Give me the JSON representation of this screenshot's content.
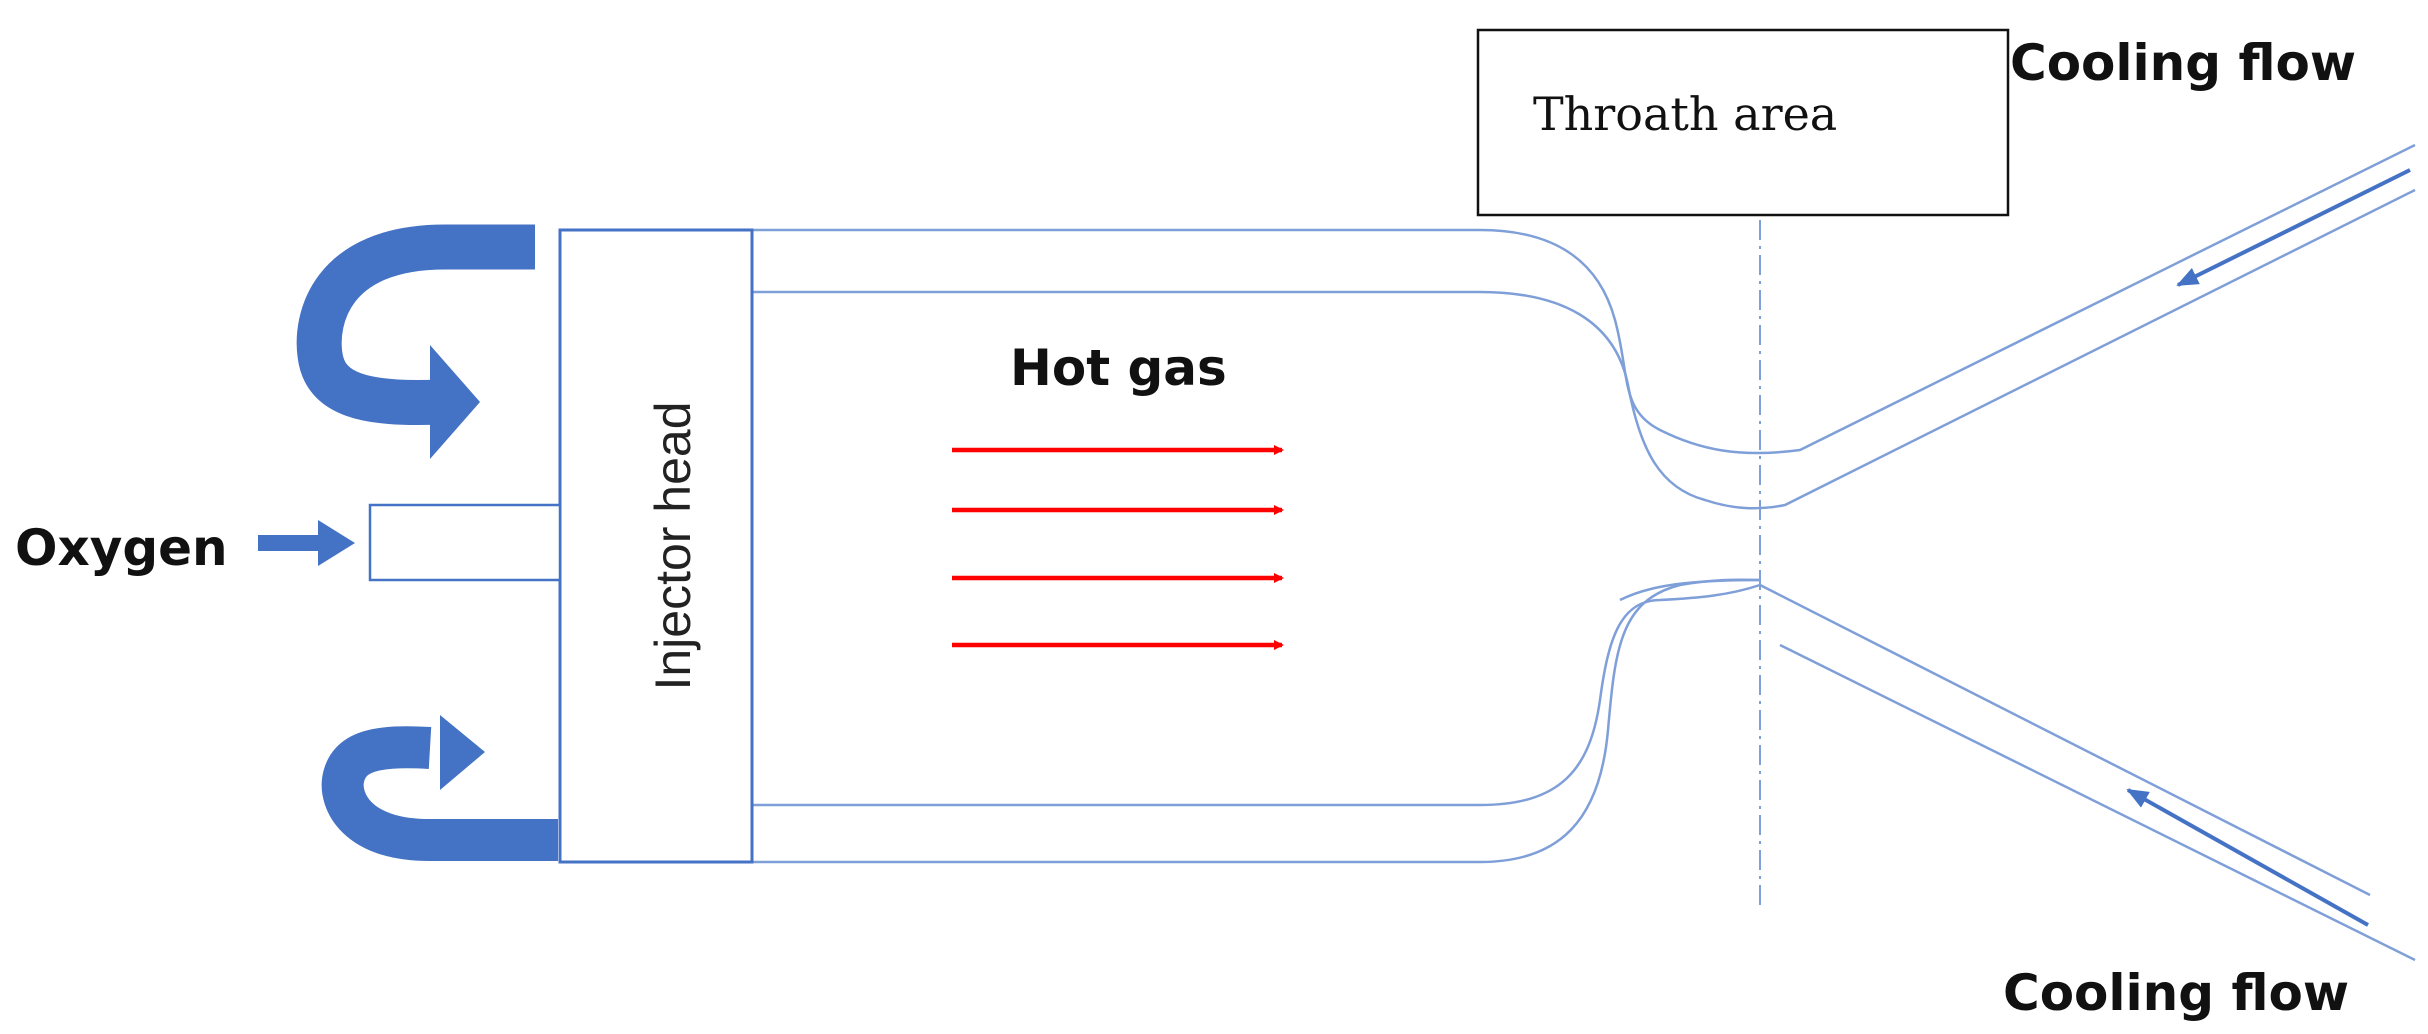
{
  "labels": {
    "injector_head": "Injector head",
    "hot_gas": "Hot gas",
    "oxygen": "Oxygen",
    "throat_area": "Throath area",
    "cooling_flow_top": "Cooling flow",
    "cooling_flow_bottom": "Cooling flow"
  },
  "colors": {
    "wall_stroke": "#7f9fd8",
    "injector_blue": "#4472c4",
    "hot_gas_arrow": "#ff0000",
    "text": "#111111"
  },
  "icons": {
    "fuel_inlet": "u-turn-arrow-icon",
    "oxygen_inlet": "right-arrow-icon",
    "hot_gas_flow": "right-arrow-icon",
    "coolant_flow": "diagonal-arrow-icon"
  }
}
